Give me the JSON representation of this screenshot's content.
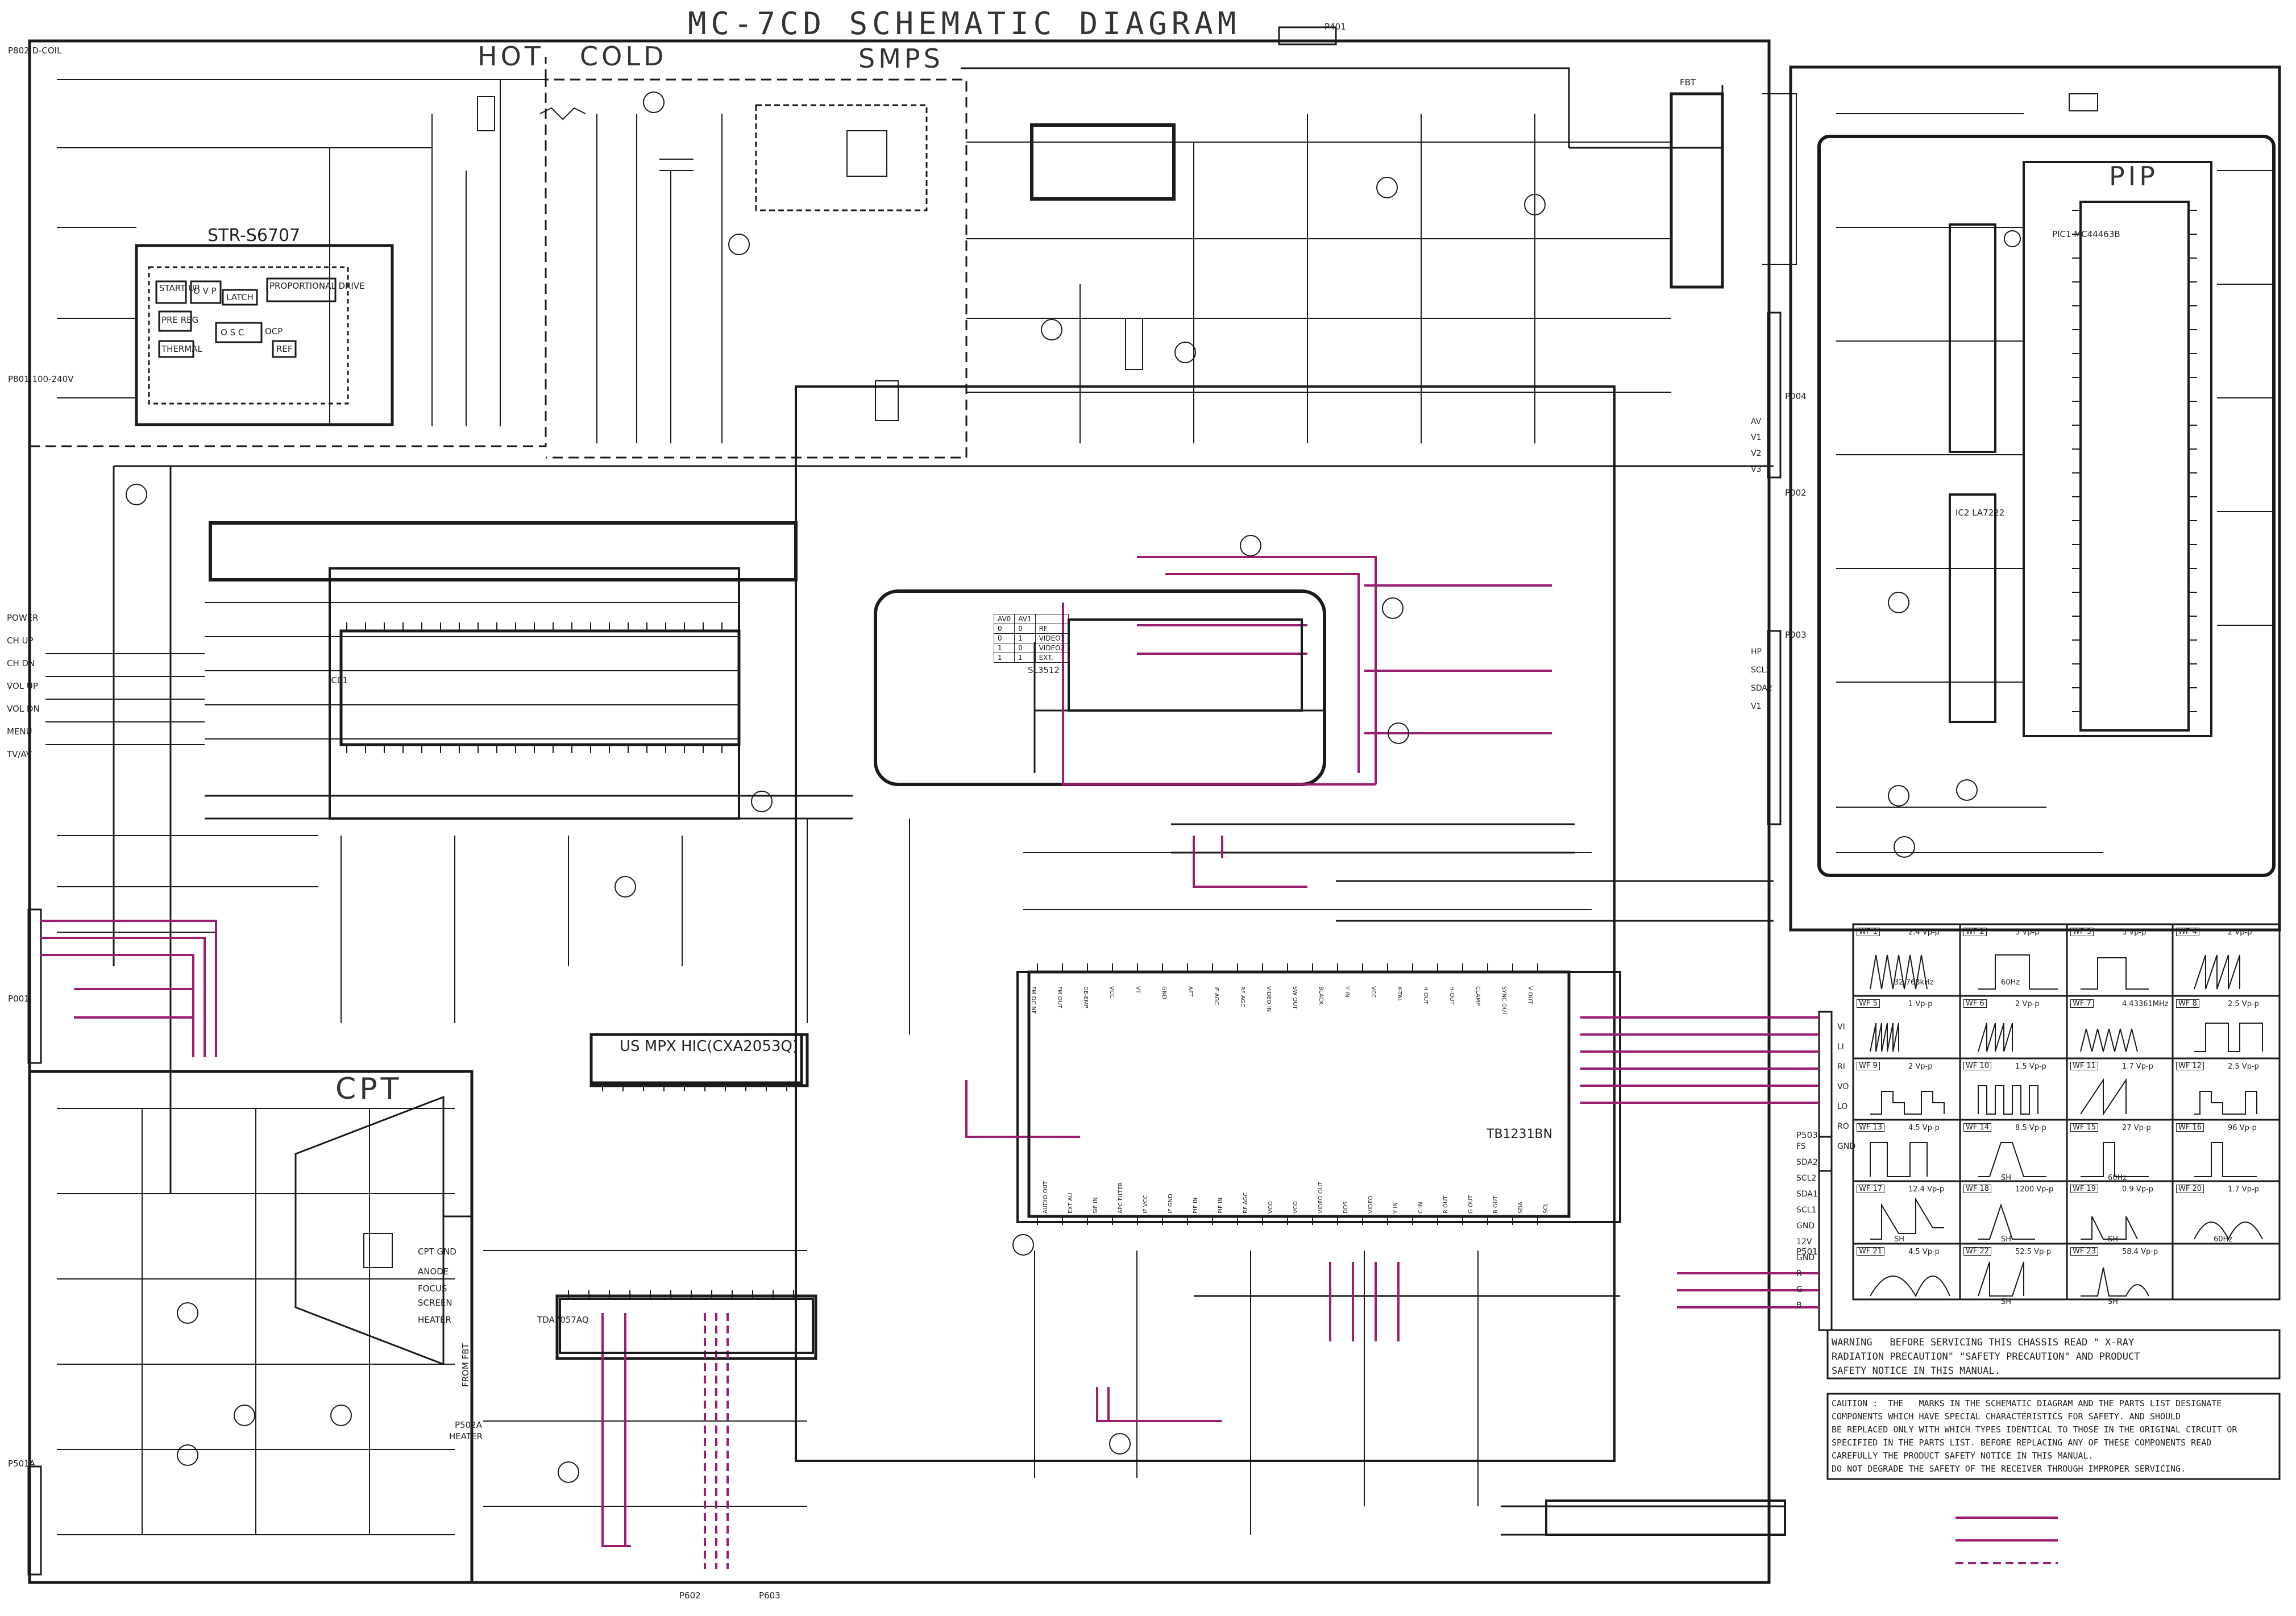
{
  "title": "MC-7CD SCHEMATIC DIAGRAM",
  "sections": {
    "hot": "HOT",
    "cold": "COLD",
    "smps": "SMPS",
    "cpt": "CPT",
    "pip": "PIP"
  },
  "ics": {
    "ic801": "STR-S6707",
    "ic501": "TB1231BN",
    "ic601": "US MPX HIC(CXA2053Q)",
    "ic602": "TDA7057AQ",
    "ic001": "IC01",
    "ic3": "IC2 LA7222",
    "pi1": "PIC1 MC44463B"
  },
  "blocks": {
    "start_up": "START UP",
    "ovp": "O V P",
    "latch": "LATCH",
    "pre_reg": "PRE REG",
    "thermal": "THERMAL",
    "osc": "O S C",
    "ocp": "OCP",
    "ref": "REF",
    "prop_drive": "PROPORTIONAL DRIVE"
  },
  "connectors": {
    "p802": "P802 D-COIL",
    "p801": "P801 100-240V",
    "p401": "P401",
    "fbt": "FBT",
    "p001": "P001",
    "p501": "P501",
    "p503": "P503",
    "p502a": "P502A",
    "p501a": "P501A",
    "p602": "P602",
    "p603": "P603",
    "p004": "P004",
    "p003": "P003",
    "p002": "P002",
    "heater": "HEATER"
  },
  "crt_pins": [
    "CPT GND",
    "ANODE",
    "FOCUS",
    "SCREEN",
    "HEATER"
  ],
  "tube_labels": [
    "FROM FBT"
  ],
  "av_table": {
    "headers": [
      "AV0",
      "AV1",
      ""
    ],
    "rows": [
      [
        "0",
        "0",
        "RF"
      ],
      [
        "0",
        "1",
        "VIDEO1"
      ],
      [
        "1",
        "0",
        "VIDEO2"
      ],
      [
        "1",
        "1",
        "EXT."
      ]
    ],
    "caption": "SL3512"
  },
  "p503_pins": [
    "VI",
    "LI",
    "RI",
    "VO",
    "LO",
    "RO",
    "GND"
  ],
  "p501_pins": [
    "FS",
    "SDA2",
    "SCL2",
    "SDA1",
    "SCL1",
    "GND",
    "12V",
    "GND",
    "R",
    "G",
    "B"
  ],
  "p004_pins": [
    "AV",
    "V1",
    "V2",
    "V3"
  ],
  "p003_pins": [
    "HP",
    "SCL2",
    "SDA2",
    "V1"
  ],
  "waveforms": [
    {
      "id": "WF 1",
      "amp": "2.4 Vp-p",
      "period": "32.768kHz"
    },
    {
      "id": "WF 2",
      "amp": "5 Vp-p",
      "period": "60Hz"
    },
    {
      "id": "WF 3",
      "amp": "5 Vp-p",
      "period": ""
    },
    {
      "id": "WF 4",
      "amp": "2 Vp-p",
      "period": ""
    },
    {
      "id": "WF 5",
      "amp": "1 Vp-p",
      "period": ""
    },
    {
      "id": "WF 6",
      "amp": "2 Vp-p",
      "period": ""
    },
    {
      "id": "WF 7",
      "amp": "4.43361MHz",
      "period": ""
    },
    {
      "id": "WF 8",
      "amp": "2.5 Vp-p",
      "period": ""
    },
    {
      "id": "WF 9",
      "amp": "2 Vp-p",
      "period": ""
    },
    {
      "id": "WF 10",
      "amp": "1.5 Vp-p",
      "period": ""
    },
    {
      "id": "WF 11",
      "amp": "1.7 Vp-p",
      "period": ""
    },
    {
      "id": "WF 12",
      "amp": "2.5 Vp-p",
      "period": ""
    },
    {
      "id": "WF 13",
      "amp": "4.5 Vp-p",
      "period": ""
    },
    {
      "id": "WF 14",
      "amp": "8.5 Vp-p",
      "period": "SH"
    },
    {
      "id": "WF 15",
      "amp": "27 Vp-p",
      "period": "60Hz"
    },
    {
      "id": "WF 16",
      "amp": "96 Vp-p",
      "period": ""
    },
    {
      "id": "WF 17",
      "amp": "12.4 Vp-p",
      "period": "SH"
    },
    {
      "id": "WF 18",
      "amp": "1200 Vp-p",
      "period": "SH"
    },
    {
      "id": "WF 19",
      "amp": "0.9 Vp-p",
      "period": "SH"
    },
    {
      "id": "WF 20",
      "amp": "1.7 Vp-p",
      "period": "60Hz"
    },
    {
      "id": "WF 21",
      "amp": "4.5 Vp-p",
      "period": ""
    },
    {
      "id": "WF 22",
      "amp": "52.5 Vp-p",
      "period": "SH"
    },
    {
      "id": "WF 23",
      "amp": "58.4 Vp-p",
      "period": "SH"
    }
  ],
  "warning": "WARNING   BEFORE SERVICING THIS CHASSIS READ \" X-RAY\nRADIATION PRECAUTION\" \"SAFETY PRECAUTION\" AND PRODUCT\nSAFETY NOTICE IN THIS MANUAL.",
  "caution": "CAUTION :  THE   MARKS IN THE SCHEMATIC DIAGRAM AND THE PARTS LIST DESIGNATE\nCOMPONENTS WHICH HAVE SPECIAL CHARACTERISTICS FOR SAFETY. AND SHOULD\nBE REPLACED ONLY WITH WHICH TYPES IDENTICAL TO THOSE IN THE ORIGINAL CIRCUIT OR\nSPECIFIED IN THE PARTS LIST. BEFORE REPLACING ANY OF THESE COMPONENTS READ\nCAREFULLY THE PRODUCT SAFETY NOTICE IN THIS MANUAL.\nDO NOT DEGRADE THE SAFETY OF THE RECEIVER THROUGH IMPROPER SERVICING.",
  "ic501_pins_top": [
    "FM DC NF",
    "FM OUT",
    "DE-EMP",
    "VCC",
    "VT",
    "GND",
    "AFT",
    "IF AGC",
    "RF AGC",
    "VIDEO IN",
    "SW OUT",
    "BLACK",
    "Y IN",
    "VCC",
    "X-TAL",
    "H OUT",
    "H-OUT",
    "CLAMP",
    "SYNC OUT",
    "V OUT"
  ],
  "ic501_pins_bottom": [
    "AUDIO OUT",
    "EXT AU",
    "SIF IN",
    "APC FILTER",
    "IF VCC",
    "IF GND",
    "PIF IN",
    "PIF IN",
    "RF AGC",
    "VCO",
    "VCO",
    "VIDEO OUT",
    "DDS",
    "VIDEO",
    "Y IN",
    "C IN",
    "R OUT",
    "G OUT",
    "B OUT",
    "SDA",
    "SCL"
  ],
  "key_labels": [
    "POWER",
    "CH UP",
    "CH DN",
    "VOL UP",
    "VOL DN",
    "MENU",
    "TV/AV"
  ],
  "colors": {
    "ink": "#1a1a1a",
    "magenta": "#9b1d6f",
    "frame": "#000000"
  }
}
